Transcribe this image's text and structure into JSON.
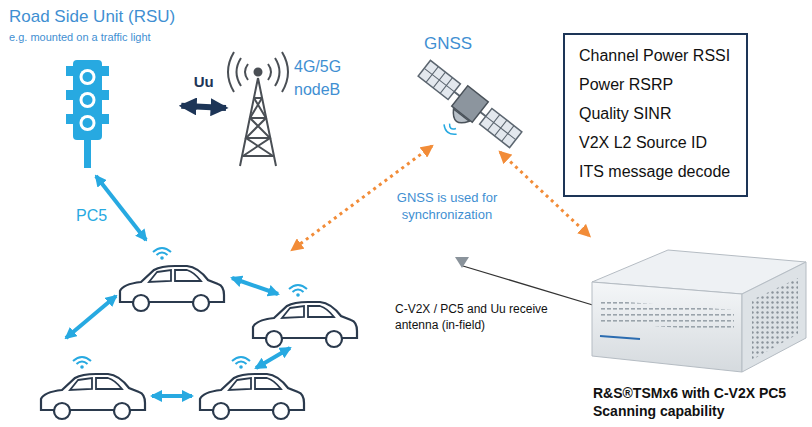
{
  "diagram": {
    "nodes": [
      {
        "text": [
          "Road Side Unit (RSU)",
          "e.g. mounted on a traffic light"
        ]
      },
      {
        "text": [
          "4G/5G nodeB"
        ]
      },
      {
        "text": [
          "GNSS"
        ]
      },
      {
        "text": [
          "Channel Power RSSI",
          "Power RSRP",
          "Quality SINR",
          "V2X L2 Source ID",
          "ITS message decode"
        ]
      },
      {
        "text": [
          "R&S®TSMx6 with C-V2X PC5 Scanning capability"
        ]
      }
    ],
    "edges": [
      {
        "from": 0,
        "to": 1,
        "label": "Uu",
        "arrow": "both"
      },
      {
        "from": 2,
        "to": 4,
        "arrow": "both"
      }
    ],
    "labels": [
      "PC5",
      "GNSS is used for synchronization",
      "C-V2X / PC5 and Uu receive antenna (in-field)"
    ]
  }
}
